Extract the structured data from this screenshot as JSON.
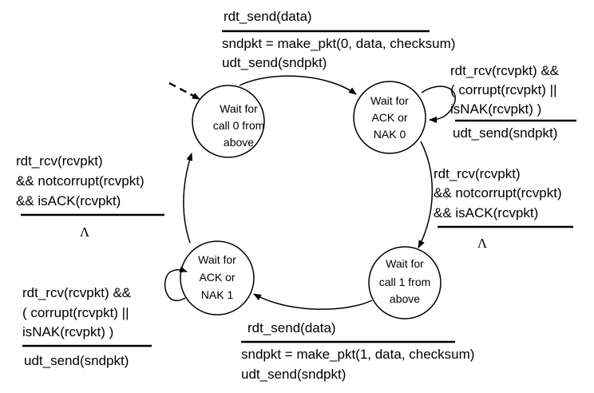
{
  "states": {
    "wait_call_0": [
      "Wait for",
      "call 0 from",
      "above"
    ],
    "wait_ack_0": [
      "Wait for",
      "ACK or",
      "NAK 0"
    ],
    "wait_call_1": [
      "Wait for",
      "call 1 from",
      "above"
    ],
    "wait_ack_1": [
      "Wait for",
      "ACK or",
      "NAK 1"
    ]
  },
  "transitions": {
    "call0_to_ack0": {
      "event": "rdt_send(data)",
      "actions": [
        "sndpkt = make_pkt(0, data, checksum)",
        "udt_send(sndpkt)"
      ]
    },
    "ack0_self": {
      "event": [
        "rdt_rcv(rcvpkt) &&",
        "( corrupt(rcvpkt) ||",
        "isNAK(rcvpkt) )"
      ],
      "actions": [
        "udt_send(sndpkt)"
      ]
    },
    "ack0_to_call1": {
      "event": [
        "rdt_rcv(rcvpkt)",
        "&& notcorrupt(rcvpkt)",
        "&& isACK(rcvpkt)"
      ],
      "action": "Λ"
    },
    "call1_to_ack1": {
      "event": "rdt_send(data)",
      "actions": [
        "sndpkt = make_pkt(1, data, checksum)",
        "udt_send(sndpkt)"
      ]
    },
    "ack1_self": {
      "event": [
        "rdt_rcv(rcvpkt) &&",
        "( corrupt(rcvpkt) ||",
        "isNAK(rcvpkt) )"
      ],
      "actions": [
        "udt_send(sndpkt)"
      ]
    },
    "ack1_to_call0": {
      "event": [
        "rdt_rcv(rcvpkt)",
        "&& notcorrupt(rcvpkt)",
        "&& isACK(rcvpkt)"
      ],
      "action": "Λ"
    }
  }
}
